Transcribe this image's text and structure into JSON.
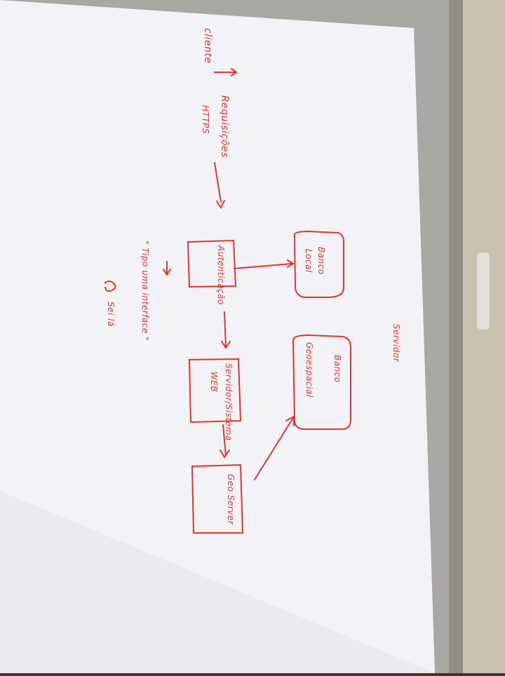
{
  "colors": {
    "paper": "#f4f3f6",
    "paper_shadow": "#cfcdd6",
    "ink": "#e0352e",
    "board_frame": "#9b9a8f",
    "wall": "#6d6759"
  },
  "diagram": {
    "cliente": "cliente",
    "requisicoes": "Requisições",
    "https": "HTTPS",
    "autenticacao": "Autenticação",
    "banco_local": [
      "Banco",
      "Local"
    ],
    "servidor_sistema": "Servidor/Sistema",
    "web": "WEB",
    "banco_geoespacial": [
      "Banco",
      "Geoespacial"
    ],
    "geoserver": "Geo Server",
    "servidor": "Servidor",
    "note_line1": "\" Tipo uma interface \"",
    "note_line2": "Sei lá"
  }
}
